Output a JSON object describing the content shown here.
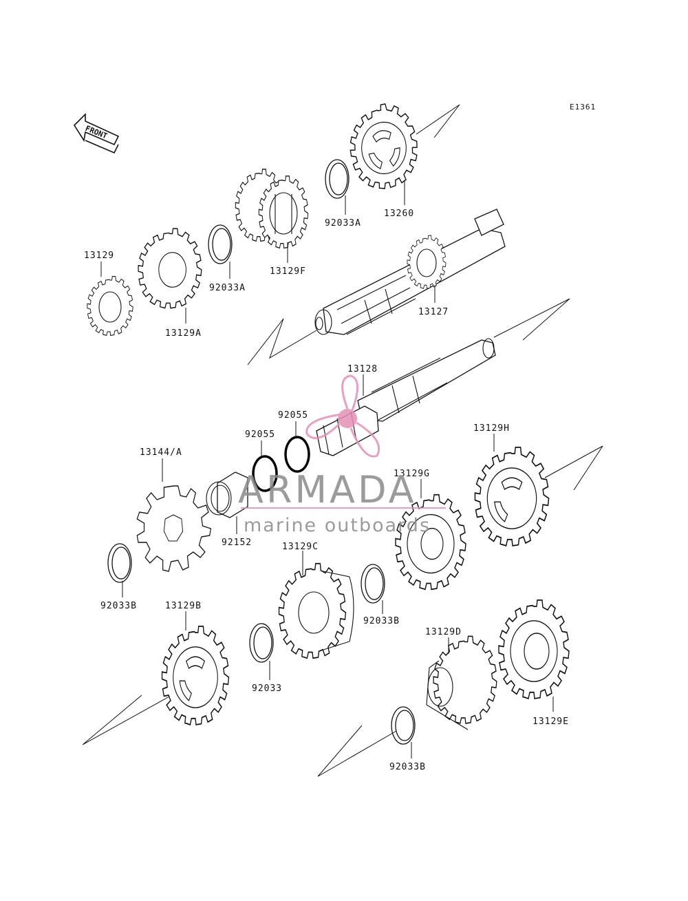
{
  "diagram_code": "E1361",
  "front_label": "FRONT",
  "parts": {
    "p13260": "13260",
    "p92033A_top": "92033A",
    "p13129F": "13129F",
    "p92033A_mid": "92033A",
    "p13129": "13129",
    "p13129A": "13129A",
    "p13127": "13127",
    "p13128": "13128",
    "p92055_a": "92055",
    "p92055_b": "92055",
    "p13144A": "13144/A",
    "p92152": "92152",
    "p13129G": "13129G",
    "p13129H": "13129H",
    "p92033B_left": "92033B",
    "p13129C": "13129C",
    "p92033B_mid": "92033B",
    "p13129B": "13129B",
    "p92033": "92033",
    "p13129D": "13129D",
    "p13129E": "13129E",
    "p92033B_bottom": "92033B"
  },
  "watermark": {
    "title": "ARMADA",
    "subtitle": "marine outboards",
    "logo_color": "#e48fb6"
  }
}
